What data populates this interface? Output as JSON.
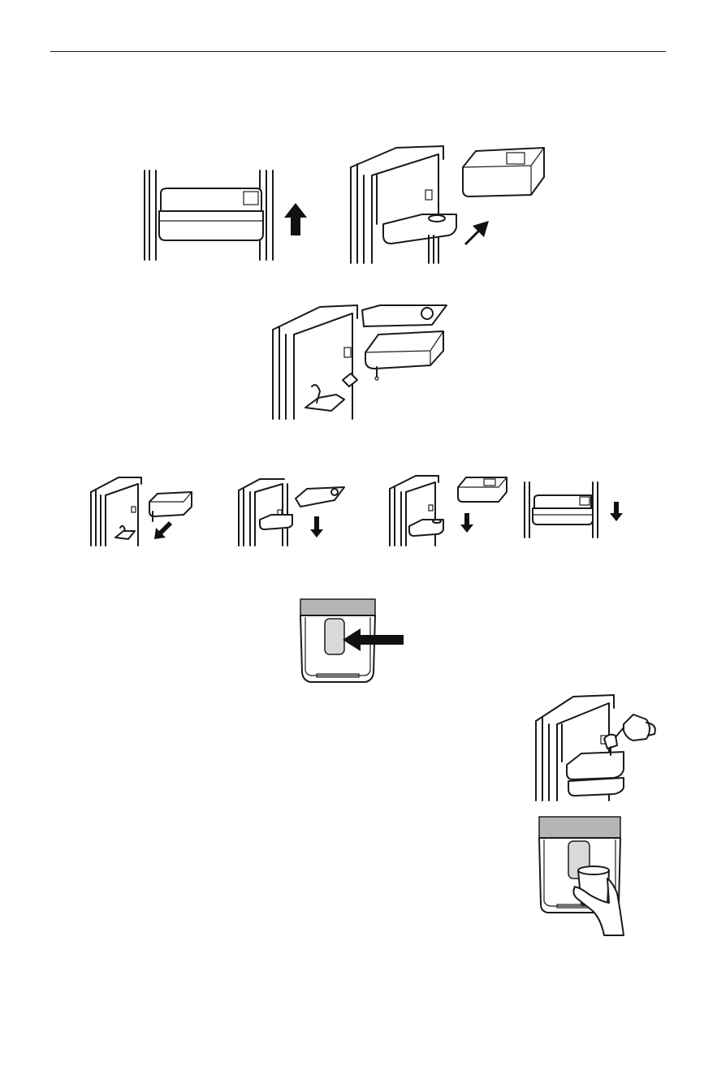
{
  "figures": [
    {
      "id": "fig-1a",
      "icon": "bin-lift-up-front-view"
    },
    {
      "id": "fig-1b",
      "icon": "bin-remove-angled-view"
    },
    {
      "id": "fig-2",
      "icon": "dispenser-bin-lid-exploded"
    },
    {
      "id": "fig-3a",
      "icon": "tank-reinsert-step-1"
    },
    {
      "id": "fig-3b",
      "icon": "lid-lower-step-2"
    },
    {
      "id": "fig-3c",
      "icon": "bin-lower-step-3"
    },
    {
      "id": "fig-3d",
      "icon": "bin-seated-step-4"
    },
    {
      "id": "fig-4",
      "icon": "dispenser-paddle-arrow"
    },
    {
      "id": "fig-5",
      "icon": "tank-fill-pitcher"
    },
    {
      "id": "fig-6",
      "icon": "dispense-water-cup"
    }
  ]
}
